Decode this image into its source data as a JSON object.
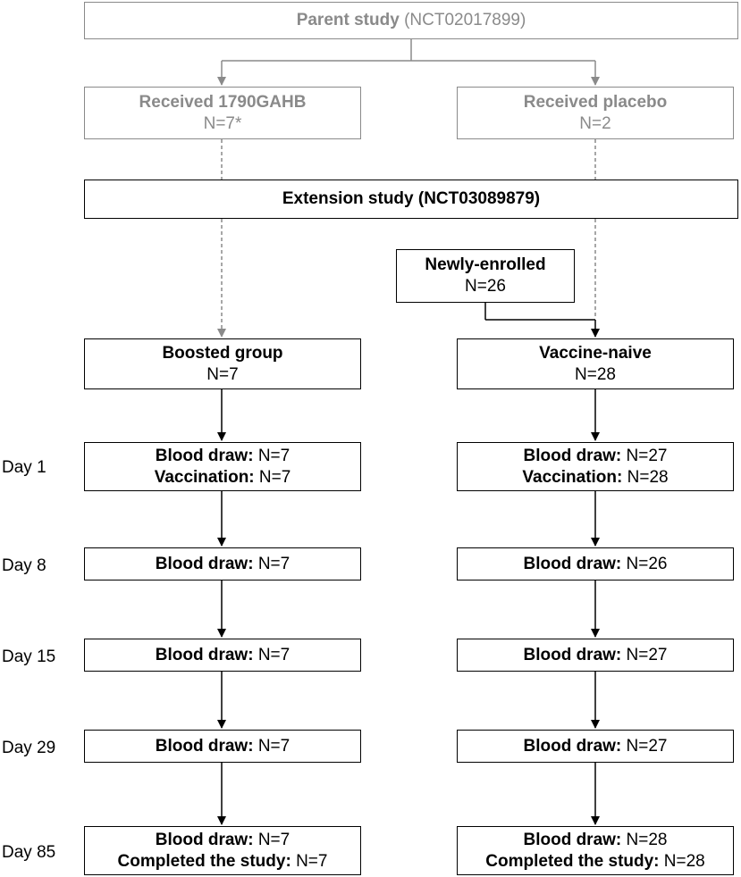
{
  "parent": {
    "title": "Parent study",
    "id": "(NCT02017899)"
  },
  "left_parent": {
    "title": "Received 1790GAHB",
    "n": "N=7*"
  },
  "right_parent": {
    "title": "Received placebo",
    "n": "N=2"
  },
  "extension": {
    "title": "Extension study (NCT03089879)"
  },
  "newly": {
    "title": "Newly-enrolled",
    "n": "N=26"
  },
  "left_group": {
    "title": "Boosted group",
    "n": "N=7"
  },
  "right_group": {
    "title": "Vaccine-naive",
    "n": "N=28"
  },
  "labels": {
    "blood_draw": "Blood draw:",
    "vaccination": "Vaccination:",
    "completed": "Completed the study:"
  },
  "days": [
    "Day 1",
    "Day 8",
    "Day 15",
    "Day 29",
    "Day 85"
  ],
  "left_visits": {
    "day1": {
      "blood": "N=7",
      "vacc": "N=7"
    },
    "day8": {
      "blood": "N=7"
    },
    "day15": {
      "blood": "N=7"
    },
    "day29": {
      "blood": "N=7"
    },
    "day85": {
      "blood": "N=7",
      "completed": "N=7"
    }
  },
  "right_visits": {
    "day1": {
      "blood": "N=27",
      "vacc": "N=28"
    },
    "day8": {
      "blood": "N=26"
    },
    "day15": {
      "blood": "N=27"
    },
    "day29": {
      "blood": "N=27"
    },
    "day85": {
      "blood": "N=28",
      "completed": "N=28"
    }
  },
  "colors": {
    "gray": "#8a8a8a",
    "line": "#000000"
  }
}
